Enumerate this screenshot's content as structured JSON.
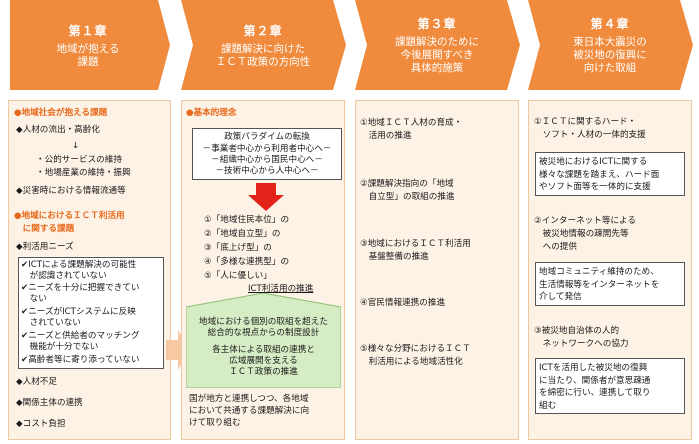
{
  "chapters": [
    {
      "num": "第１章",
      "title": "地域が抱える\n課題"
    },
    {
      "num": "第２章",
      "title": "課題解決に向けた\nＩＣＴ政策の方向性"
    },
    {
      "num": "第３章",
      "title": "課題解決のために\n今後展開すべき\n具体的施策"
    },
    {
      "num": "第４章",
      "title": "東日本大震災の\n被災地の復興に\n向けた取組"
    }
  ],
  "col1": {
    "h1": "●地域社会が抱える課題",
    "h1a": "◆人材の流出・高齢化",
    "arrow": "↓",
    "h1b": "・公的サービスの維持\n・地場産業の維持・振興",
    "h1c": "◆災害時における情報流通等",
    "h2": "●地域におけるＩＣＴ利活用\n　に関する課題",
    "h2a": "◆利活用ニーズ",
    "checks": [
      "✔ICTによる課題解決の可能性\n　が認識されていない",
      "✔ニーズを十分に把握できてい\n　ない",
      "✔ニーズがICTシステムに反映\n　されていない",
      "✔ニーズと供給者のマッチング\n　機能が十分でない",
      "✔高齢者等に寄り添っていない"
    ],
    "h2b": "◆人材不足",
    "h2c": "◆関係主体の連携",
    "h2d": "◆コスト負担"
  },
  "col2": {
    "head": "●基本的理念",
    "paradigm_title": "政策パラダイムの転換",
    "paradigm": "－事業者中心から利用者中心へ－\n－組織中心から国民中心へ－\n－技術中心から人中心へ－",
    "items": [
      "①「地域住民本位」の",
      "②「地域自立型」の",
      "③「底上げ型」の",
      "④「多様な連携型」の",
      "⑤「人に優しい」"
    ],
    "items_tail": "ICT利活用の推進",
    "green1": "地域における個別の取組を超えた\n総合的な視点からの制度設計",
    "green2": "各主体による取組の連携と\n広域展開を支える\nＩＣＴ政策の推進",
    "foot": "国が地方と連携しつつ、各地域\nにおいて共通する課題解決に向\nけて取り組む"
  },
  "col3": {
    "items": [
      "①地域ＩＣＴ人材の育成・\n　活用の推進",
      "②課題解決指向の「地域\n　自立型」の取組の推進",
      "③地域におけるＩＣＴ利活用\n　基盤整備の推進",
      "④官民情報連携の推進",
      "⑤様々な分野におけるＩＣＴ\n　利活用による地域活性化"
    ]
  },
  "col4": {
    "h1": "①ＩＣＴに関するハード・\n　ソフト・人材の一体的支援",
    "b1": "被災地におけるICTに関する\n様々な課題を踏まえ、ハード面\nやソフト面等を一体的に支援",
    "h2": "②インターネット等による\n　被災地情報の疎開先等\n　への提供",
    "b2": "地域コミュニティ維持のため、\n生活情報等をインターネットを\n介して発信",
    "h3": "③被災地自治体の人的\n　ネットワークへの協力",
    "b3": "ICTを活用した被災地の復興\nに当たり、関係者が意思疎通\nを綿密に行い、連携して取り\n組む"
  },
  "colors": {
    "orange": "#f08a3c",
    "light": "#fdf2e6",
    "border": "#f0c8a0",
    "green": "#d6ecc4",
    "red": "#e32219"
  }
}
